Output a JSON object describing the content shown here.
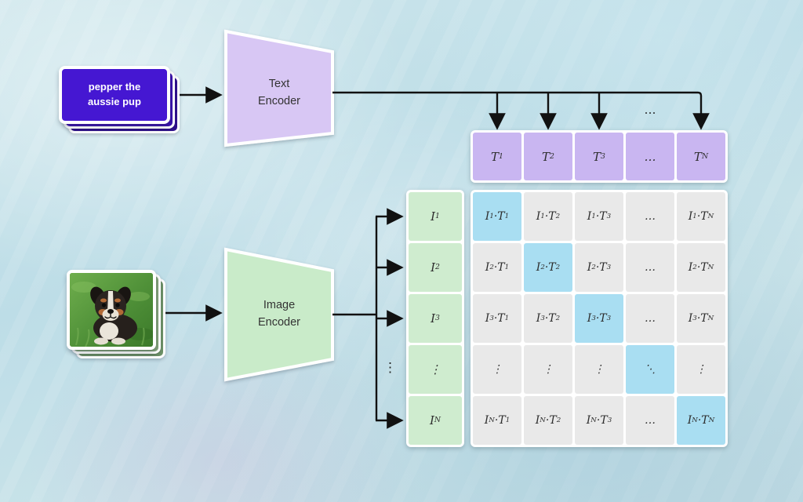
{
  "title": "CLIP contrastive pre-training diagram",
  "text_branch": {
    "prompt_line1": "pepper the",
    "prompt_line2": "aussie pup",
    "encoder_label": "Text Encoder"
  },
  "image_branch": {
    "encoder_label": "Image Encoder",
    "photo_alt": "aussie puppy lying in grass"
  },
  "embeddings": {
    "text": [
      "T_1",
      "T_2",
      "T_3",
      "…",
      "T_N"
    ],
    "image": [
      "I_1",
      "I_2",
      "I_3",
      "⋮",
      "I_N"
    ]
  },
  "matrix": {
    "rows": [
      [
        "I_1·T_1",
        "I_1·T_2",
        "I_1·T_3",
        "…",
        "I_1·T_N"
      ],
      [
        "I_2·T_1",
        "I_2·T_2",
        "I_2·T_3",
        "…",
        "I_2·T_N"
      ],
      [
        "I_3·T_1",
        "I_3·T_2",
        "I_3·T_3",
        "…",
        "I_3·T_N"
      ],
      [
        "⋮",
        "⋮",
        "⋮",
        "⋱",
        "⋮"
      ],
      [
        "I_N·T_1",
        "I_N·T_2",
        "I_N·T_3",
        "…",
        "I_N·T_N"
      ]
    ],
    "diagonal_highlight": [
      [
        0,
        0
      ],
      [
        1,
        1
      ],
      [
        2,
        2
      ],
      [
        3,
        3
      ],
      [
        4,
        4
      ]
    ]
  },
  "annotations": {
    "top_dots": "…",
    "left_dots": "⋮"
  },
  "colors": {
    "purple-card": "#4517d2",
    "purple-cell": "#c9b6f1",
    "green-cell": "#cfeccf",
    "gray-cell": "#e9e9e9",
    "cyan-cell": "#a9def2",
    "encoder-purple": "#d8c7f4",
    "encoder-green": "#c9ebc9",
    "arrow": "#111111"
  }
}
